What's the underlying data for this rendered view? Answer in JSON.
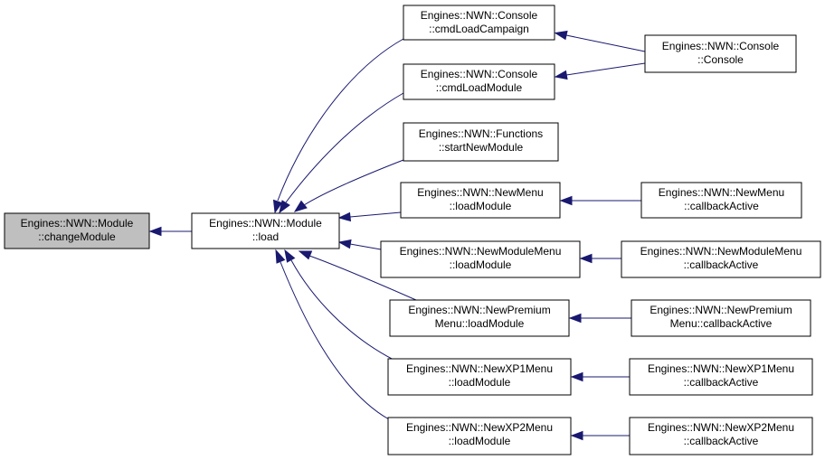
{
  "colors": {
    "edge": "#191970",
    "root_fill": "#bfbfbf",
    "node_fill": "#ffffff",
    "border": "#000000"
  },
  "nodes": {
    "change_module": {
      "line1": "Engines::NWN::Module",
      "line2": "::changeModule"
    },
    "load": {
      "line1": "Engines::NWN::Module",
      "line2": "::load"
    },
    "cmd_load_campaign": {
      "line1": "Engines::NWN::Console",
      "line2": "::cmdLoadCampaign"
    },
    "cmd_load_module": {
      "line1": "Engines::NWN::Console",
      "line2": "::cmdLoadModule"
    },
    "console_ctor": {
      "line1": "Engines::NWN::Console",
      "line2": "::Console"
    },
    "start_new_module": {
      "line1": "Engines::NWN::Functions",
      "line2": "::startNewModule"
    },
    "newmenu_load": {
      "line1": "Engines::NWN::NewMenu",
      "line2": "::loadModule"
    },
    "newmenu_cb": {
      "line1": "Engines::NWN::NewMenu",
      "line2": "::callbackActive"
    },
    "newmodulemenu_load": {
      "line1": "Engines::NWN::NewModuleMenu",
      "line2": "::loadModule"
    },
    "newmodulemenu_cb": {
      "line1": "Engines::NWN::NewModuleMenu",
      "line2": "::callbackActive"
    },
    "newpremium_load": {
      "line1": "Engines::NWN::NewPremium",
      "line2": "Menu::loadModule"
    },
    "newpremium_cb": {
      "line1": "Engines::NWN::NewPremium",
      "line2": "Menu::callbackActive"
    },
    "newxp1_load": {
      "line1": "Engines::NWN::NewXP1Menu",
      "line2": "::loadModule"
    },
    "newxp1_cb": {
      "line1": "Engines::NWN::NewXP1Menu",
      "line2": "::callbackActive"
    },
    "newxp2_load": {
      "line1": "Engines::NWN::NewXP2Menu",
      "line2": "::loadModule"
    },
    "newxp2_cb": {
      "line1": "Engines::NWN::NewXP2Menu",
      "line2": "::callbackActive"
    }
  }
}
